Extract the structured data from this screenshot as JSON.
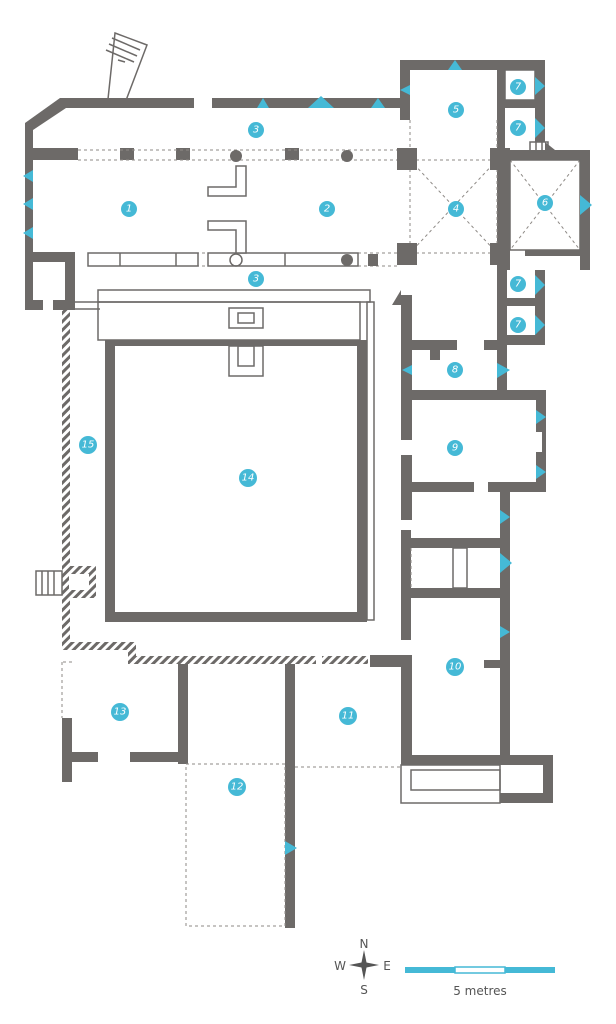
{
  "rooms": [
    {
      "id": "room-1",
      "label": "1"
    },
    {
      "id": "room-2",
      "label": "2"
    },
    {
      "id": "room-3-north",
      "label": "3"
    },
    {
      "id": "room-3-south",
      "label": "3"
    },
    {
      "id": "room-4",
      "label": "4"
    },
    {
      "id": "room-5",
      "label": "5"
    },
    {
      "id": "room-6",
      "label": "6"
    },
    {
      "id": "room-7a",
      "label": "7"
    },
    {
      "id": "room-7b",
      "label": "7"
    },
    {
      "id": "room-7c",
      "label": "7"
    },
    {
      "id": "room-7d",
      "label": "7"
    },
    {
      "id": "room-8",
      "label": "8"
    },
    {
      "id": "room-9",
      "label": "9"
    },
    {
      "id": "room-10",
      "label": "10"
    },
    {
      "id": "room-11",
      "label": "11"
    },
    {
      "id": "room-12",
      "label": "12"
    },
    {
      "id": "room-13",
      "label": "13"
    },
    {
      "id": "room-14",
      "label": "14"
    },
    {
      "id": "room-15",
      "label": "15"
    }
  ],
  "compass": {
    "north": "N",
    "south": "S",
    "east": "E",
    "west": "W"
  },
  "scale": {
    "label": "5 metres"
  },
  "colors": {
    "wall": "#6d6a68",
    "accent": "#45b9d6",
    "dashed": "#8e8a86"
  }
}
